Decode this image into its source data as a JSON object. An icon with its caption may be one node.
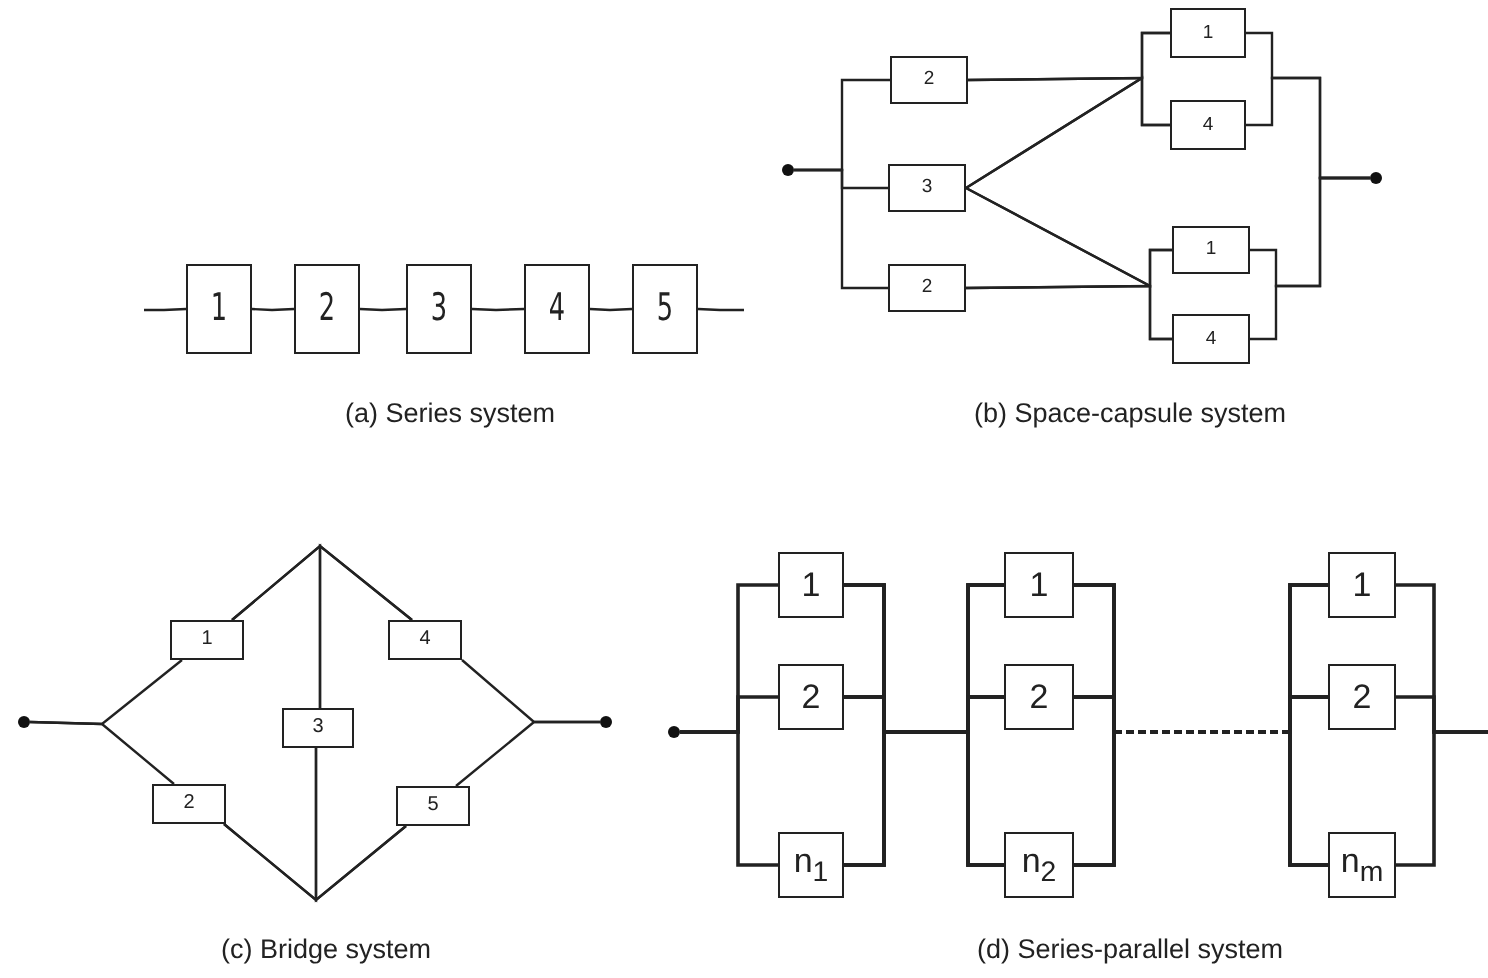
{
  "diagram": {
    "nodes": [
      {
        "text": [
          "1"
        ]
      },
      {
        "text": [
          "2"
        ]
      },
      {
        "text": [
          "3"
        ]
      },
      {
        "text": [
          "4"
        ]
      },
      {
        "text": [
          "5"
        ]
      },
      {
        "text": [],
        "shape": "circle"
      },
      {
        "text": [
          "2"
        ]
      },
      {
        "text": [
          "3"
        ]
      },
      {
        "text": [
          "2"
        ]
      },
      {
        "text": [
          "1"
        ]
      },
      {
        "text": [
          "4"
        ]
      },
      {
        "text": [
          "1"
        ]
      },
      {
        "text": [
          "4"
        ]
      },
      {
        "text": [],
        "shape": "circle"
      },
      {
        "text": [],
        "shape": "circle"
      },
      {
        "text": [
          "1"
        ]
      },
      {
        "text": [
          "2"
        ]
      },
      {
        "text": [
          "3"
        ]
      },
      {
        "text": [
          "4"
        ]
      },
      {
        "text": [
          "5"
        ]
      },
      {
        "text": [],
        "shape": "circle"
      },
      {
        "text": [],
        "shape": "circle"
      },
      {
        "text": [
          "1"
        ]
      },
      {
        "text": [
          "2"
        ]
      },
      {
        "text": [
          "n$_{1}$"
        ]
      },
      {
        "text": [
          "1"
        ]
      },
      {
        "text": [
          "2"
        ]
      },
      {
        "text": [
          "n$_{2}$"
        ]
      },
      {
        "text": [
          "1"
        ]
      },
      {
        "text": [
          "2"
        ]
      },
      {
        "text": [
          "n$_{m}$"
        ]
      }
    ],
    "edges": [
      {
        "from": null,
        "to": 0,
        "arrow": "none"
      },
      {
        "from": 0,
        "to": 1,
        "arrow": "none"
      },
      {
        "from": 1,
        "to": 2,
        "arrow": "none"
      },
      {
        "from": 2,
        "to": 3,
        "arrow": "none"
      },
      {
        "from": 3,
        "to": 4,
        "arrow": "none"
      },
      {
        "from": 4,
        "to": null,
        "arrow": "none"
      },
      {
        "from": 5,
        "to": 6,
        "arrow": "none"
      },
      {
        "from": 5,
        "to": 7,
        "arrow": "none"
      },
      {
        "from": 5,
        "to": 8,
        "arrow": "none"
      },
      {
        "from": 6,
        "to": 9,
        "arrow": "none"
      },
      {
        "from": 6,
        "to": 10,
        "arrow": "none"
      },
      {
        "from": 7,
        "to": 9,
        "arrow": "none"
      },
      {
        "from": 7,
        "to": 10,
        "arrow": "none"
      },
      {
        "from": 7,
        "to": 11,
        "arrow": "none"
      },
      {
        "from": 7,
        "to": 12,
        "arrow": "none"
      },
      {
        "from": 8,
        "to": 11,
        "arrow": "none"
      },
      {
        "from": 8,
        "to": 12,
        "arrow": "none"
      },
      {
        "from": 9,
        "to": 13,
        "arrow": "none"
      },
      {
        "from": 10,
        "to": 13,
        "arrow": "none"
      },
      {
        "from": 11,
        "to": 13,
        "arrow": "none"
      },
      {
        "from": 12,
        "to": 13,
        "arrow": "none"
      },
      {
        "from": 14,
        "to": 15,
        "arrow": "none"
      },
      {
        "from": 14,
        "to": 16,
        "arrow": "none"
      },
      {
        "from": 15,
        "to": 17,
        "arrow": "none"
      },
      {
        "from": 15,
        "to": 18,
        "arrow": "none"
      },
      {
        "from": 17,
        "to": 18,
        "arrow": "none"
      },
      {
        "from": 16,
        "to": 17,
        "arrow": "none"
      },
      {
        "from": 16,
        "to": 19,
        "arrow": "none"
      },
      {
        "from": 17,
        "to": 19,
        "arrow": "none"
      },
      {
        "from": 18,
        "to": 20,
        "arrow": "none"
      },
      {
        "from": 19,
        "to": 20,
        "arrow": "none"
      },
      {
        "from": 21,
        "to": 22,
        "arrow": "none"
      },
      {
        "from": 21,
        "to": 23,
        "arrow": "none"
      },
      {
        "from": 21,
        "to": 24,
        "arrow": "none"
      },
      {
        "from": 22,
        "to": 25,
        "arrow": "none"
      },
      {
        "from": 22,
        "to": 26,
        "arrow": "none"
      },
      {
        "from": 22,
        "to": 27,
        "arrow": "none"
      },
      {
        "from": 23,
        "to": 25,
        "arrow": "none"
      },
      {
        "from": 23,
        "to": 26,
        "arrow": "none"
      },
      {
        "from": 23,
        "to": 27,
        "arrow": "none"
      },
      {
        "from": 24,
        "to": 25,
        "arrow": "none"
      },
      {
        "from": 24,
        "to": 26,
        "arrow": "none"
      },
      {
        "from": 24,
        "to": 27,
        "arrow": "none"
      },
      {
        "from": 25,
        "to": 28,
        "arrow": "none",
        "style": "dashed"
      },
      {
        "from": 25,
        "to": 29,
        "arrow": "none",
        "style": "dashed"
      },
      {
        "from": 25,
        "to": 30,
        "arrow": "none",
        "style": "dashed"
      },
      {
        "from": 26,
        "to": 28,
        "arrow": "none",
        "style": "dashed"
      },
      {
        "from": 26,
        "to": 29,
        "arrow": "none",
        "style": "dashed"
      },
      {
        "from": 26,
        "to": 30,
        "arrow": "none",
        "style": "dashed"
      },
      {
        "from": 27,
        "to": 28,
        "arrow": "none",
        "style": "dashed"
      },
      {
        "from": 27,
        "to": 29,
        "arrow": "none",
        "style": "dashed"
      },
      {
        "from": 27,
        "to": 30,
        "arrow": "none",
        "style": "dashed"
      },
      {
        "from": 28,
        "to": null,
        "arrow": "none"
      },
      {
        "from": 29,
        "to": null,
        "arrow": "none"
      },
      {
        "from": 30,
        "to": null,
        "arrow": "none"
      }
    ],
    "labels": [
      "(a) Series system",
      "(b) Space-capsule system",
      "(c) Bridge system",
      "(d) Series-parallel system"
    ]
  }
}
